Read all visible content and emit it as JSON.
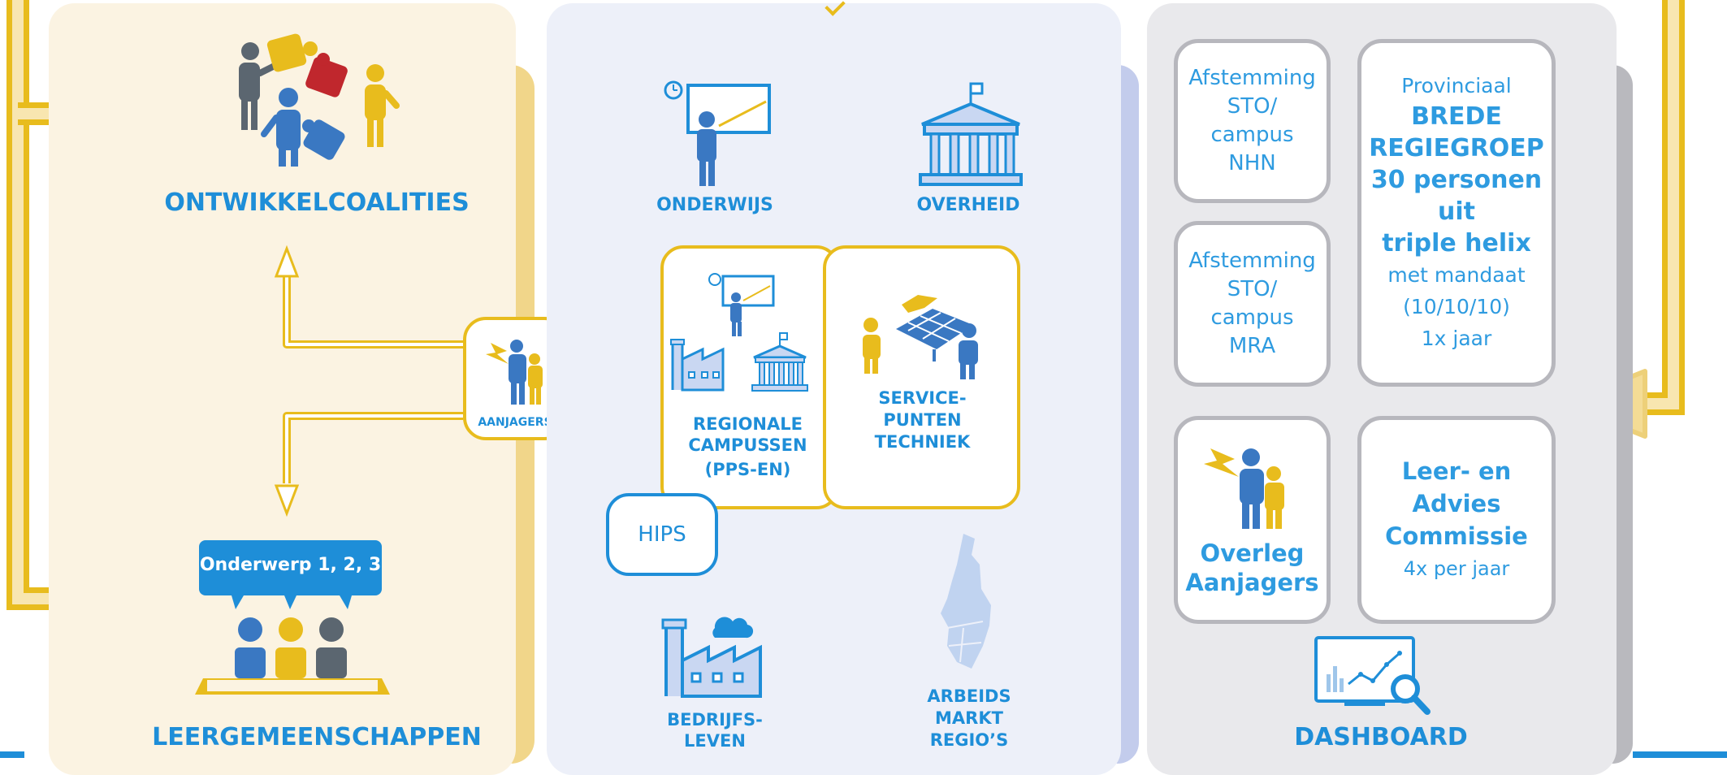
{
  "colors": {
    "blue": "#1e8ed8",
    "yellow": "#e8bc1d",
    "beige": "#fbf3e2",
    "lavender": "#edf0f9",
    "grey_panel": "#e9e9ec",
    "card_border": "#b7b7bd",
    "arrow": "#f1d68a"
  },
  "left": {
    "top_label": "ONTWIKKELCOALITIES",
    "bottom_label": "LEERGEMEENSCHAPPEN",
    "topic_bubble": "Onderwerp 1, 2, 3",
    "aanjagers_label": "AANJAGERS",
    "icons": [
      "puzzle-team-icon",
      "learning-group-icon",
      "aanjagers-icon"
    ]
  },
  "middle": {
    "onderwijs": "ONDERWIJS",
    "overheid": "OVERHEID",
    "regionale": [
      "REGIONALE",
      "CAMPUSSEN",
      "(PPS-EN)"
    ],
    "servicepunten": [
      "SERVICE-",
      "PUNTEN",
      "TECHNIEK"
    ],
    "hips": "HIPS",
    "bedrijfsleven": [
      "BEDRIJFS-",
      "LEVEN"
    ],
    "arbeidsmarkt": [
      "ARBEIDS",
      "MARKT",
      "REGIO’S"
    ]
  },
  "right": {
    "card_nhn": [
      "Afstemming",
      "STO/",
      "campus",
      "NHN"
    ],
    "card_mra": [
      "Afstemming",
      "STO/",
      "campus",
      "MRA"
    ],
    "card_provinciaal": {
      "line1": "Provinciaal",
      "bold": [
        "BREDE",
        "REGIEGROEP",
        "30 personen",
        "uit",
        "triple helix"
      ],
      "rest": [
        "met mandaat",
        "(10/10/10)",
        "1x jaar"
      ]
    },
    "card_overleg": [
      "Overleg",
      "Aanjagers"
    ],
    "card_leer": {
      "bold": [
        "Leer- en",
        "Advies",
        "Commissie"
      ],
      "rest": "4x per jaar"
    },
    "dashboard": "DASHBOARD"
  }
}
